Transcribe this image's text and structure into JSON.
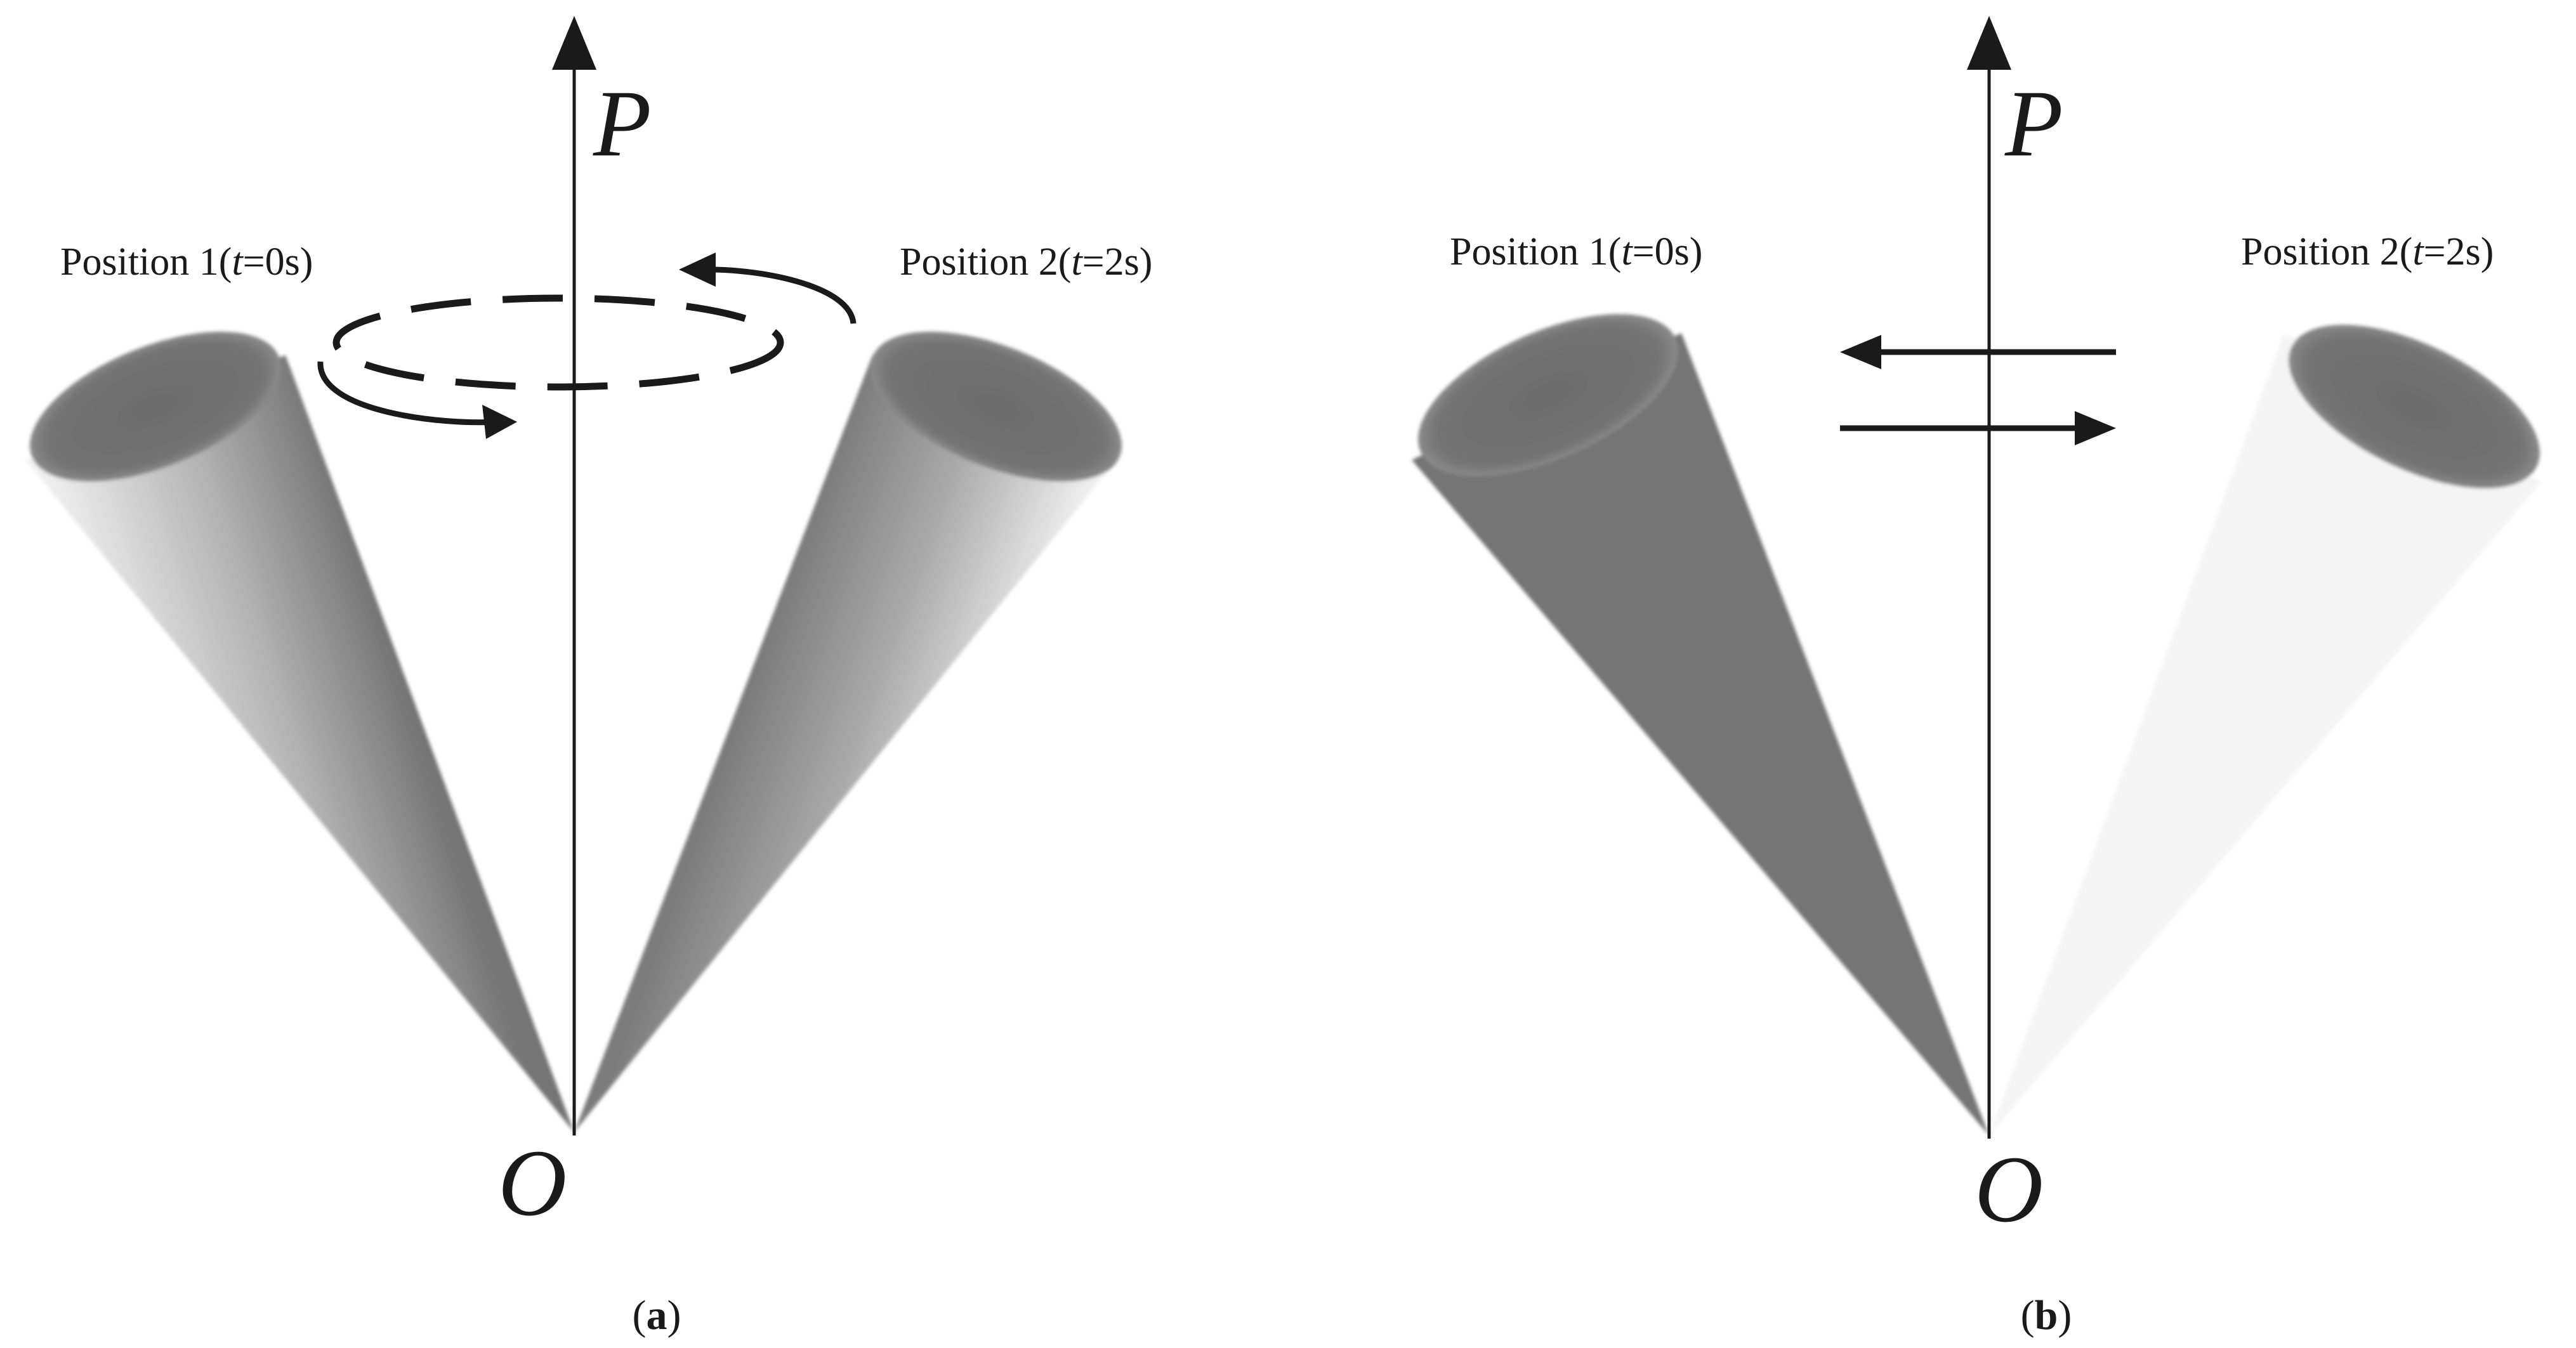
{
  "panels": [
    {
      "id": "a",
      "axis_top_label": "P",
      "axis_origin_label": "O",
      "position_1": {
        "prefix": "Position 1(",
        "var": "t",
        "suffix": "=0s)"
      },
      "position_2": {
        "prefix": "Position 2(",
        "var": "t",
        "suffix": "=2s)"
      },
      "sublabel": {
        "open": "(",
        "letter": "a",
        "close": ")"
      },
      "motion": "rotation"
    },
    {
      "id": "b",
      "axis_top_label": "P",
      "axis_origin_label": "O",
      "position_1": {
        "prefix": "Position 1(",
        "var": "t",
        "suffix": "=0s)"
      },
      "position_2": {
        "prefix": "Position 2(",
        "var": "t",
        "suffix": "=2s)"
      },
      "sublabel": {
        "open": "(",
        "letter": "b",
        "close": ")"
      },
      "motion": "oscillation"
    }
  ],
  "colors": {
    "ink": "#1a1a1a",
    "cone_dark": "#777777",
    "cone_light": "#f2f2f2",
    "cone_rim": "#6f6f6f"
  }
}
